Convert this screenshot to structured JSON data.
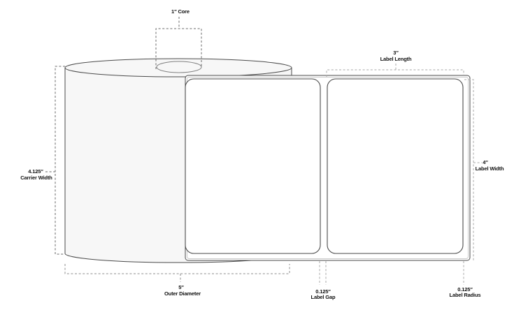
{
  "diagram_type": "label-roll-dimension-diagram",
  "annotations": {
    "core": {
      "text": "1″ Core"
    },
    "label_length": {
      "value": "3″",
      "label": "Label Length"
    },
    "carrier_width": {
      "value": "4.125″",
      "label": "Carrier Width"
    },
    "label_width": {
      "value": "4″",
      "label": "Label Width"
    },
    "outer_diameter": {
      "value": "5″",
      "label": "Outer Diameter"
    },
    "label_gap": {
      "value": "0.125″",
      "label": "Label Gap"
    },
    "label_radius": {
      "value": "0.125″",
      "label": "Label Radius"
    }
  },
  "colors": {
    "background": "#ffffff",
    "outline": "#4a4a4a",
    "roll_fill": "#f7f7f7",
    "label_fill": "#ffffff",
    "inner_edge": "#cacaca",
    "core_stroke": "#808080",
    "dim_dark": "#6a6a6a",
    "dim_mid": "#8e8e8e",
    "dim_light": "#a8a8a8",
    "text": "#111111"
  }
}
